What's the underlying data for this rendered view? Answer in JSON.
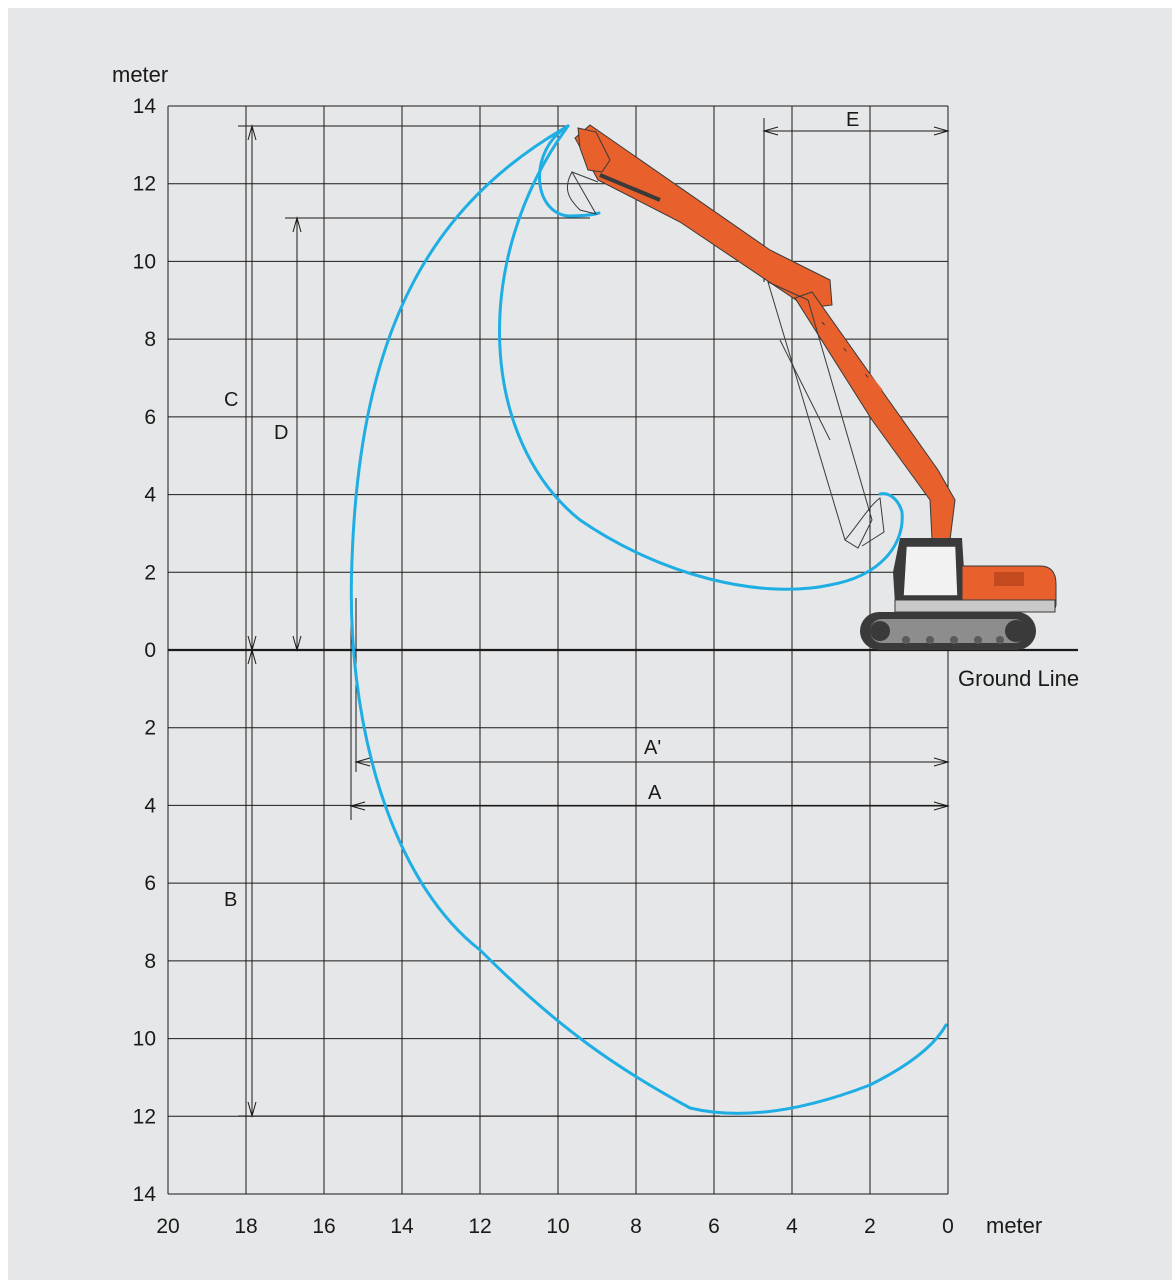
{
  "axes": {
    "y_unit": "meter",
    "x_unit": "meter",
    "y_ticks_up": [
      "14",
      "12",
      "10",
      "8",
      "6",
      "4",
      "2"
    ],
    "zero": "0",
    "y_ticks_down": [
      "2",
      "4",
      "6",
      "8",
      "10",
      "12",
      "14"
    ],
    "x_ticks": [
      "20",
      "18",
      "16",
      "14",
      "12",
      "10",
      "8",
      "6",
      "4",
      "2",
      "0"
    ],
    "ground_label": "Ground Line"
  },
  "dimensions": {
    "A": "A",
    "A_prime": "A'",
    "B": "B",
    "C": "C",
    "D": "D",
    "E": "E"
  },
  "colors": {
    "background": "#e6e7e8",
    "grid": "#1a1a1a",
    "envelope": "#1eaee4",
    "machine_body": "#e8602c",
    "machine_dark": "#3a3a3a"
  },
  "chart_data": {
    "type": "diagram",
    "xlim": [
      20,
      0
    ],
    "ylim": [
      -14,
      14
    ],
    "grid": true,
    "dimensions_m": {
      "A_max_reach": 15.2,
      "A_prime_reach_at_ground": 15.0,
      "B_max_digging_depth": 12.0,
      "C_max_cutting_height": 13.5,
      "D_max_dumping_height": 11.1,
      "E_min_swing_radius": 4.8
    }
  }
}
